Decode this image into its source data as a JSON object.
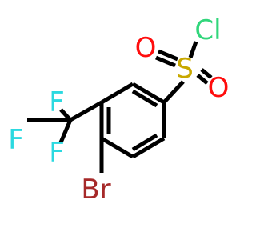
{
  "molecule": {
    "colors": {
      "bond": "#000000",
      "carbon_bond": "#000000"
    },
    "atoms": {
      "cl": {
        "label": "Cl",
        "color": "#31d67b"
      },
      "o_top": {
        "label": "O",
        "color": "#ff0d0d"
      },
      "o_bottom": {
        "label": "O",
        "color": "#ff0d0d"
      },
      "s": {
        "label": "S",
        "color": "#c8a800"
      },
      "f_top": {
        "label": "F",
        "color": "#2bd9e0"
      },
      "f_left": {
        "label": "F",
        "color": "#2bd9e0"
      },
      "f_bottom": {
        "label": "F",
        "color": "#2bd9e0"
      },
      "br": {
        "label": "Br",
        "color": "#a62929"
      }
    }
  }
}
